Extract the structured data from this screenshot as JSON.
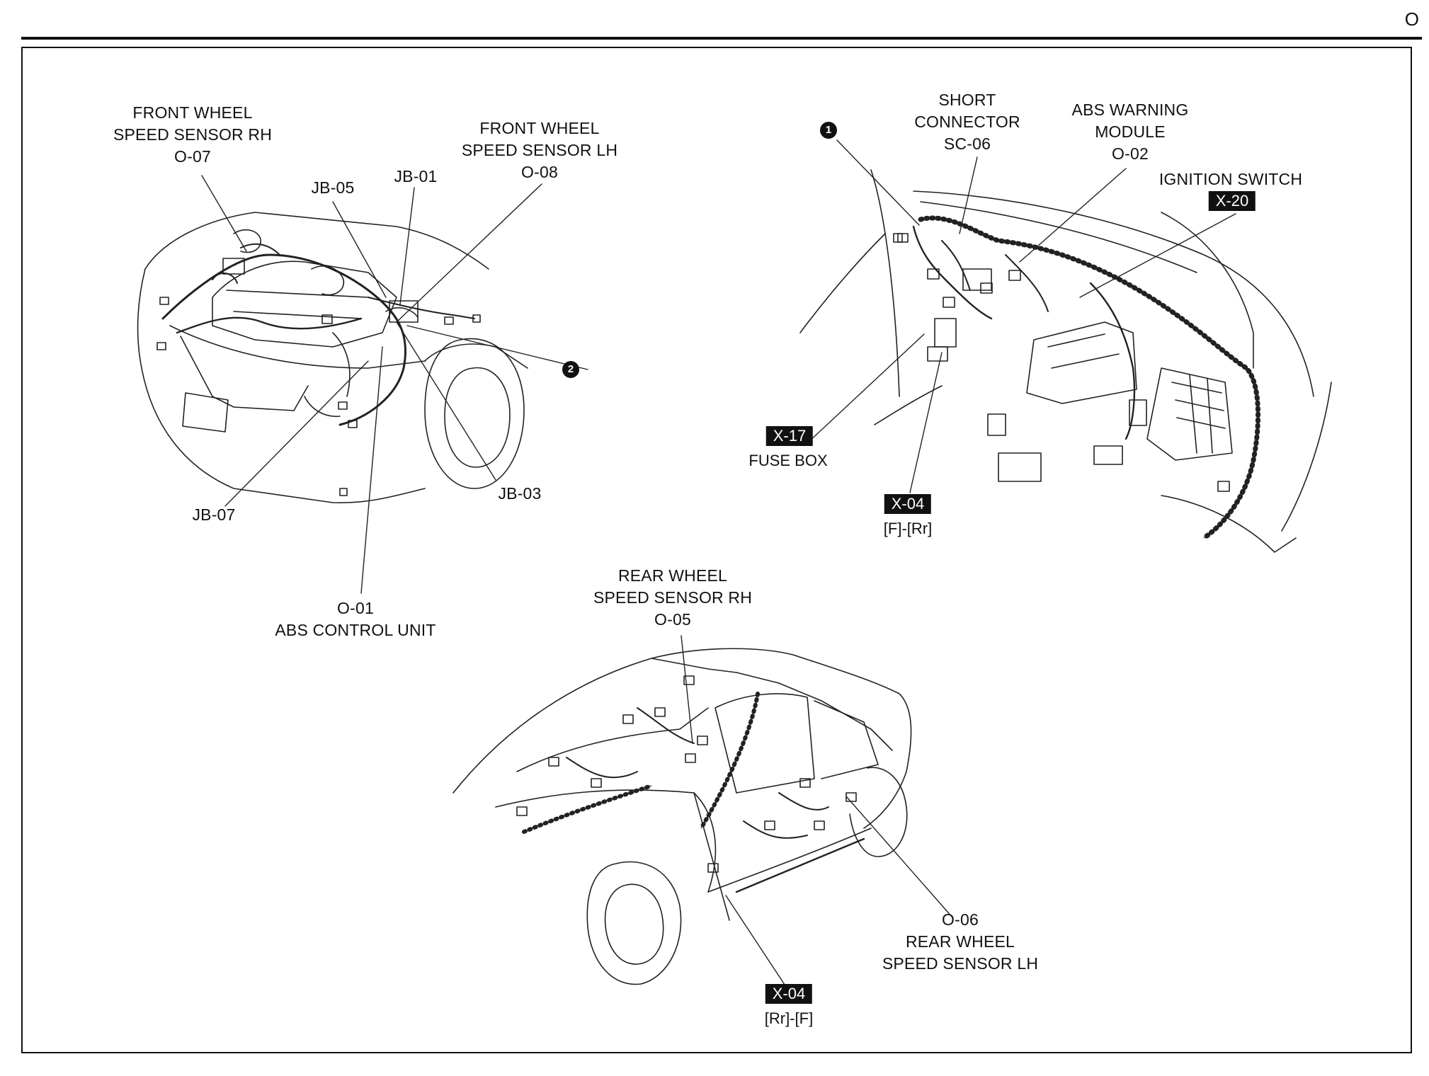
{
  "page": {
    "corner_mark": "O"
  },
  "labels": {
    "fw_rh": [
      "FRONT WHEEL",
      "SPEED SENSOR RH",
      "O-07"
    ],
    "fw_lh": [
      "FRONT WHEEL",
      "SPEED SENSOR LH",
      "O-08"
    ],
    "jb05": "JB-05",
    "jb01": "JB-01",
    "jb07": "JB-07",
    "jb03": "JB-03",
    "abs_unit": [
      "O-01",
      "ABS CONTROL UNIT"
    ],
    "short_conn": [
      "SHORT",
      "CONNECTOR",
      "SC-06"
    ],
    "abs_warn": [
      "ABS WARNING",
      "MODULE",
      "O-02"
    ],
    "ign": "IGNITION SWITCH",
    "rw_rh": [
      "REAR WHEEL",
      "SPEED SENSOR RH",
      "O-05"
    ],
    "rw_lh": [
      "O-06",
      "REAR WHEEL",
      "SPEED SENSOR LH"
    ]
  },
  "boxes": {
    "x20": "X-20",
    "x17": "X-17",
    "x17_label": "FUSE BOX",
    "x04a": "X-04",
    "x04a_label": "[F]-[Rr]",
    "x04b": "X-04",
    "x04b_label": "[Rr]-[F]"
  },
  "markers": {
    "m1": "1",
    "m2": "2"
  }
}
